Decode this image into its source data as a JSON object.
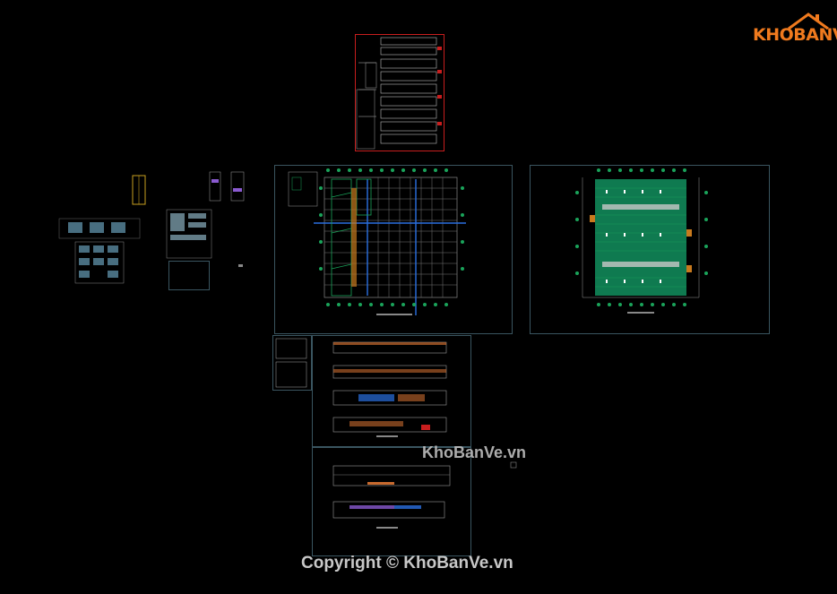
{
  "watermark": {
    "logo_text": "KHOBANVE",
    "center_text": "KhoBanVe.vn",
    "copyright": "Copyright © KhoBanVe.vn"
  },
  "colors": {
    "background": "#000000",
    "sheet_border": "#3a5560",
    "red_border": "#c81e1e",
    "grid_green": "#1aa35a",
    "accent_blue": "#2a6fe0",
    "logo_orange": "#f07a1e"
  }
}
